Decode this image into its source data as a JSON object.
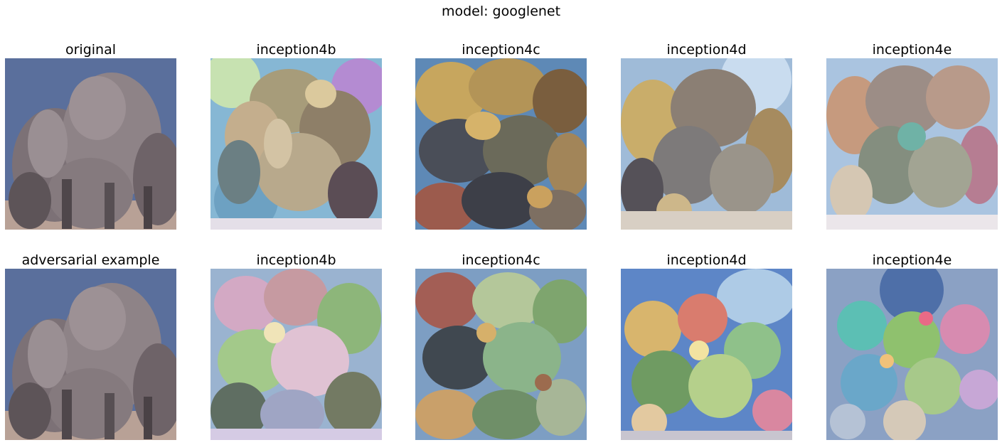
{
  "figure": {
    "suptitle": "model: googlenet"
  },
  "rows": [
    {
      "row": "top",
      "panels": [
        {
          "title": "original",
          "image": "elephant-herd-photo"
        },
        {
          "title": "inception4b",
          "image": "deepdream-animals-4b"
        },
        {
          "title": "inception4c",
          "image": "deepdream-dogs-4c"
        },
        {
          "title": "inception4d",
          "image": "deepdream-elephants-4d"
        },
        {
          "title": "inception4e",
          "image": "deepdream-elephants-4e"
        }
      ]
    },
    {
      "row": "bottom",
      "panels": [
        {
          "title": "adversarial example",
          "image": "elephant-herd-photo-adversarial"
        },
        {
          "title": "inception4b",
          "image": "deepdream-leaves-4b"
        },
        {
          "title": "inception4c",
          "image": "deepdream-leaves-dogs-4c"
        },
        {
          "title": "inception4d",
          "image": "deepdream-flowers-4d"
        },
        {
          "title": "inception4e",
          "image": "deepdream-flowers-4e"
        }
      ]
    }
  ],
  "colors": {
    "background": "#ffffff",
    "text": "#000000",
    "elephant_grey": "#8a7f82",
    "sky_blue": "#5a6f9c",
    "leaf_green": "#7fb36a",
    "flower_pink": "#d98fa0"
  }
}
